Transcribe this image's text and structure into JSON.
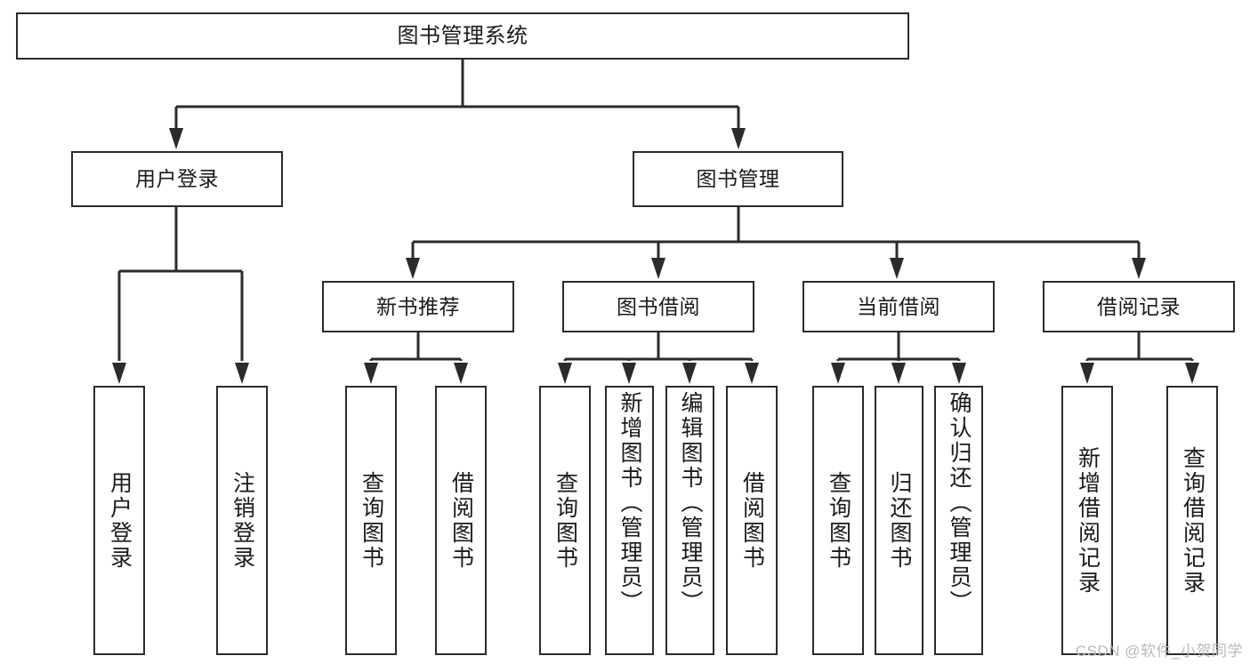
{
  "diagram": {
    "title": "图书管理系统",
    "type": "tree-hierarchy",
    "watermark": "CSDN @软件_小贺同学",
    "root": {
      "label": "图书管理系统"
    },
    "level2": [
      {
        "label": "用户登录"
      },
      {
        "label": "图书管理"
      }
    ],
    "level3": [
      {
        "label": "新书推荐"
      },
      {
        "label": "图书借阅"
      },
      {
        "label": "当前借阅"
      },
      {
        "label": "借阅记录"
      }
    ],
    "leaves": {
      "user_login": [
        {
          "label": "用户登录"
        },
        {
          "label": "注销登录"
        }
      ],
      "new_book": [
        {
          "label": "查询图书"
        },
        {
          "label": "借阅图书"
        }
      ],
      "borrow_book": [
        {
          "label": "查询图书"
        },
        {
          "label": "新增图书（管理员）"
        },
        {
          "label": "编辑图书（管理员）"
        },
        {
          "label": "借阅图书"
        }
      ],
      "current_borrow": [
        {
          "label": "查询图书"
        },
        {
          "label": "归还图书"
        },
        {
          "label": "确认归还（管理员）"
        }
      ],
      "borrow_record": [
        {
          "label": "新增借阅记录"
        },
        {
          "label": "查询借阅记录"
        }
      ]
    },
    "colors": {
      "stroke": "#2b2b2b",
      "fill": "#ffffff",
      "text": "#1a1a1a",
      "watermark": "#b9b9b9"
    }
  }
}
